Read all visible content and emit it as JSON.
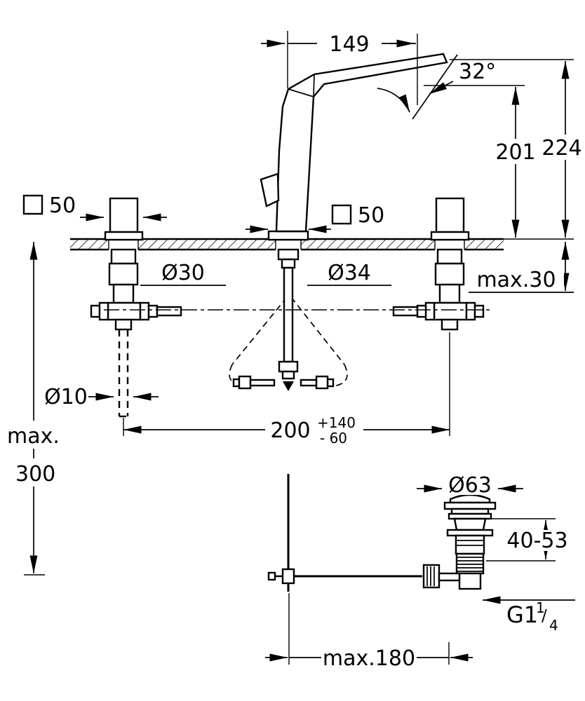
{
  "meta": {
    "title": "Basin mixer faucet installation dimension drawing",
    "type": "technical-dimension-diagram"
  },
  "colors": {
    "ink": "#000000",
    "paper": "#ffffff"
  },
  "dims": {
    "reach": "149",
    "angle": "32°",
    "height_to_outlet": "201",
    "height_total": "224",
    "left_handle_square": "50",
    "body_square": "50",
    "left_hole_dia": "Ø30",
    "center_hole_dia": "Ø34",
    "deck_thickness_max": "max.30",
    "flex_pipe_dia": "Ø10",
    "hole_spacing": "200",
    "hole_spacing_tol_plus": "+140",
    "hole_spacing_tol_minus": "- 60",
    "mounting_depth_label": "max.",
    "mounting_depth_value": "300",
    "waste_flange_dia": "Ø63",
    "waste_deck_range": "40-53",
    "waste_thread_prefix": "G1",
    "waste_thread_numerator": "1",
    "waste_thread_slash": "/",
    "waste_thread_denominator": "4",
    "rod_length_max": "max.180"
  }
}
